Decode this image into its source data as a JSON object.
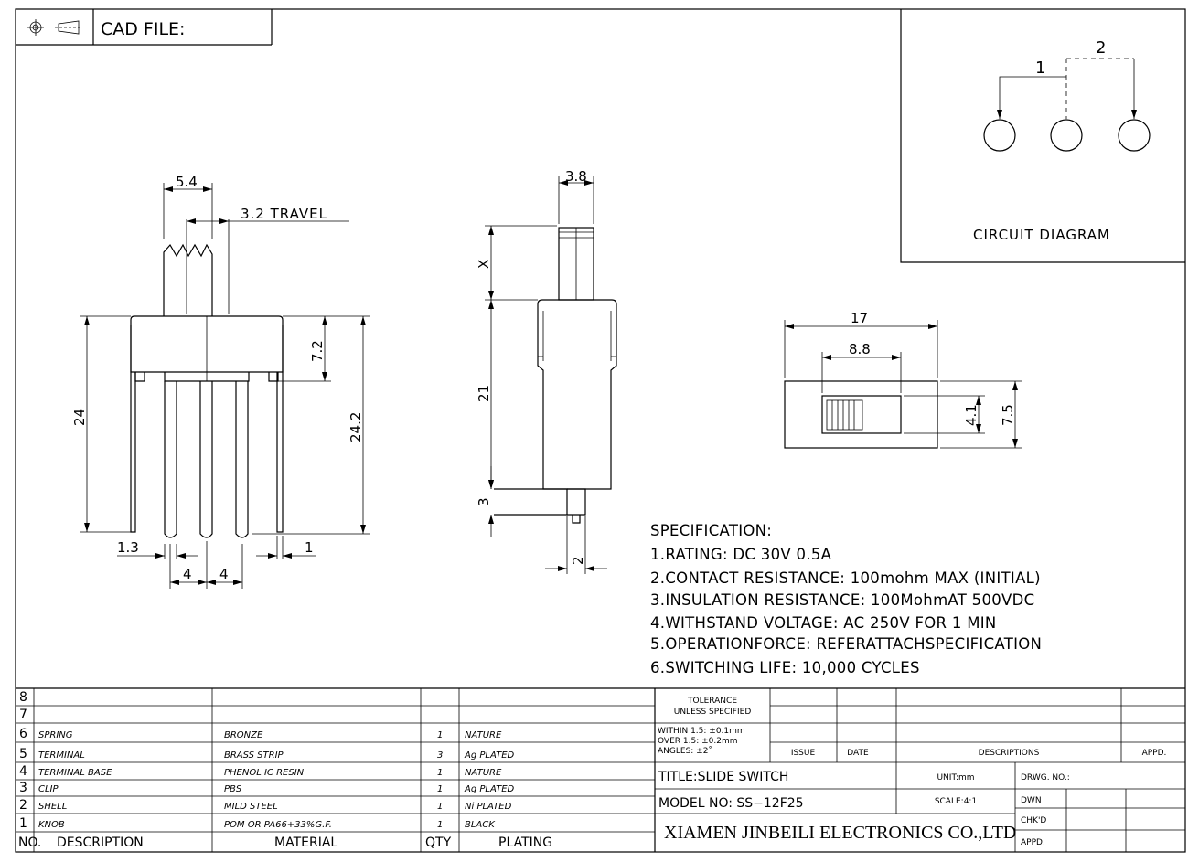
{
  "header": {
    "cad_file_label": "CAD FILE:",
    "icons": [
      "target-crosshair-icon",
      "projection-symbol-icon"
    ]
  },
  "circuit": {
    "pole1": "1",
    "pole2": "2",
    "caption": "CIRCUIT DIAGRAM"
  },
  "front_view": {
    "knob_width": "5.4",
    "travel": "3.2 TRAVEL",
    "height_left": "24",
    "body_height": "7.2",
    "height_right": "24.2",
    "pin_width": "1.3",
    "pitch1": "4",
    "pitch2": "4",
    "leg_width": "1"
  },
  "side_view": {
    "knob_width": "3.8",
    "knob_height": "X",
    "body_height": "21",
    "base_height": "3",
    "pin_width": "2"
  },
  "top_view": {
    "length": "17",
    "slot_length": "8.8",
    "slot_width": "4.1",
    "width": "7.5"
  },
  "specification": {
    "title": "SPECIFICATION:",
    "items": [
      "1.RATING: DC  30V  0.5A",
      "2.CONTACT  RESISTANCE: 100mohm  MAX  (INITIAL)",
      "3.INSULATION  RESISTANCE: 100MohmAT  500VDC",
      "4.WITHSTAND  VOLTAGE: AC  250V  FOR  1  MIN",
      "5.OPERATIONFORCE: REFERATTACHSPECIFICATION",
      "6.SWITCHING  LIFE: 10,000  CYCLES"
    ]
  },
  "bom": {
    "headers": {
      "no": "NO.",
      "description": "DESCRIPTION",
      "material": "MATERIAL",
      "qty": "QTY",
      "plating": "PLATING"
    },
    "rows": [
      {
        "no": "8",
        "description": "",
        "material": "",
        "qty": "",
        "plating": ""
      },
      {
        "no": "7",
        "description": "",
        "material": "",
        "qty": "",
        "plating": ""
      },
      {
        "no": "6",
        "description": "SPRING",
        "material": "BRONZE",
        "qty": "1",
        "plating": "NATURE"
      },
      {
        "no": "5",
        "description": "TERMINAL",
        "material": "BRASS STRIP",
        "qty": "3",
        "plating": "Ag PLATED"
      },
      {
        "no": "4",
        "description": "TERMINAL BASE",
        "material": "PHENOL IC RESIN",
        "qty": "1",
        "plating": "NATURE"
      },
      {
        "no": "3",
        "description": "CLIP",
        "material": "PBS",
        "qty": "1",
        "plating": "Ag PLATED"
      },
      {
        "no": "2",
        "description": "SHELL",
        "material": "MILD STEEL",
        "qty": "1",
        "plating": "Ni PLATED"
      },
      {
        "no": "1",
        "description": "KNOB",
        "material": "POM OR PA66+33%G.F.",
        "qty": "1",
        "plating": "BLACK"
      }
    ]
  },
  "title_block": {
    "tolerance_1": "TOLERANCE",
    "tolerance_2": "UNLESS SPECIFIED",
    "within": "WITHIN 1.5: ±0.1mm",
    "over": "OVER 1.5:  ±0.2mm",
    "angles": "ANGLES: ±2˚",
    "issue": "ISSUE",
    "date": "DATE",
    "descriptions": "DESCRIPTIONS",
    "appd_rev": "APPD.",
    "title": "TITLE:SLIDE  SWITCH",
    "unit": "UNIT:mm",
    "drwg_no": "DRWG. NO.:",
    "model": "MODEL  NO: SS−12F25",
    "scale": "SCALE:4:1",
    "dwn": "DWN",
    "chkd": "CHK'D",
    "appd": "APPD.",
    "company": "XIAMEN JINBEILI ELECTRONICS CO.,LTD"
  }
}
